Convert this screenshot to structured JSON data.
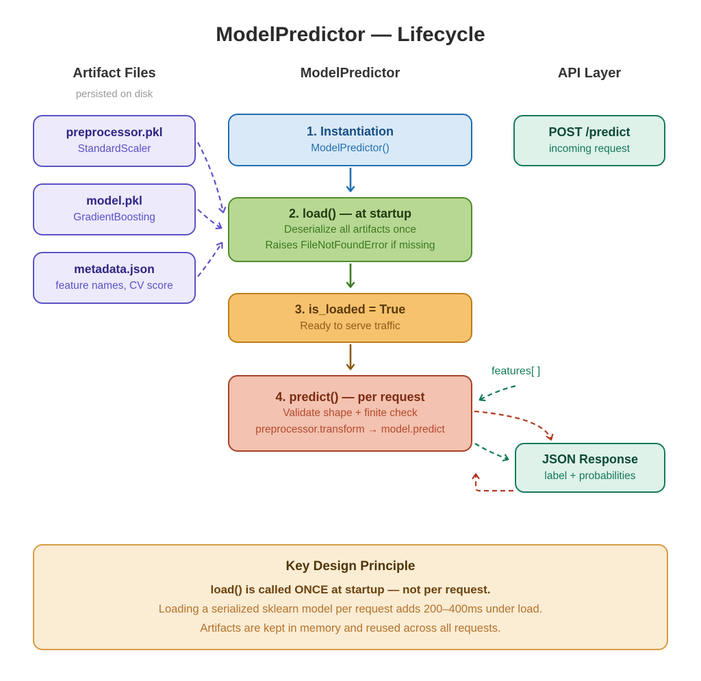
{
  "title": "ModelPredictor — Lifecycle",
  "columns": {
    "artifacts": {
      "label": "Artifact Files",
      "sublabel": "persisted on disk"
    },
    "model": {
      "label": "ModelPredictor"
    },
    "api": {
      "label": "API Layer"
    }
  },
  "artifact_boxes": [
    {
      "title": "preprocessor.pkl",
      "subtitle": "StandardScaler"
    },
    {
      "title": "model.pkl",
      "subtitle": "GradientBoosting"
    },
    {
      "title": "metadata.json",
      "subtitle": "feature names, CV score"
    }
  ],
  "lifecycle_steps": [
    {
      "title": "1. Instantiation",
      "lines": [
        "ModelPredictor()"
      ]
    },
    {
      "title": "2. load() — at startup",
      "lines": [
        "Deserialize all artifacts once",
        "Raises FileNotFoundError if missing"
      ]
    },
    {
      "title": "3. is_loaded = True",
      "lines": [
        "Ready to serve traffic"
      ]
    },
    {
      "title": "4. predict() — per request",
      "lines": [
        "Validate shape + finite check",
        "preprocessor.transform → model.predict"
      ]
    }
  ],
  "api_boxes": [
    {
      "title": "POST /predict",
      "subtitle": "incoming request"
    },
    {
      "title": "JSON Response",
      "subtitle": "label + probabilities"
    }
  ],
  "labels": {
    "features": "features[ ]"
  },
  "key_principle": {
    "title": "Key Design Principle",
    "bold_line": "load() is called ONCE at startup — not per request.",
    "lines": [
      "Loading a serialized sklearn model per request adds 200–400ms under load.",
      "Artifacts are kept in memory and reused across all requests."
    ]
  },
  "colors": {
    "artifact_accent": "#5b51c5",
    "step1_accent": "#1f6cb3",
    "step2_accent": "#4e8c2c",
    "step3_accent": "#bc7e17",
    "step4_accent": "#a84026",
    "api_accent": "#15795a",
    "return_flow_accent": "#b03a1e",
    "key_box_accent": "#d89a3f"
  }
}
